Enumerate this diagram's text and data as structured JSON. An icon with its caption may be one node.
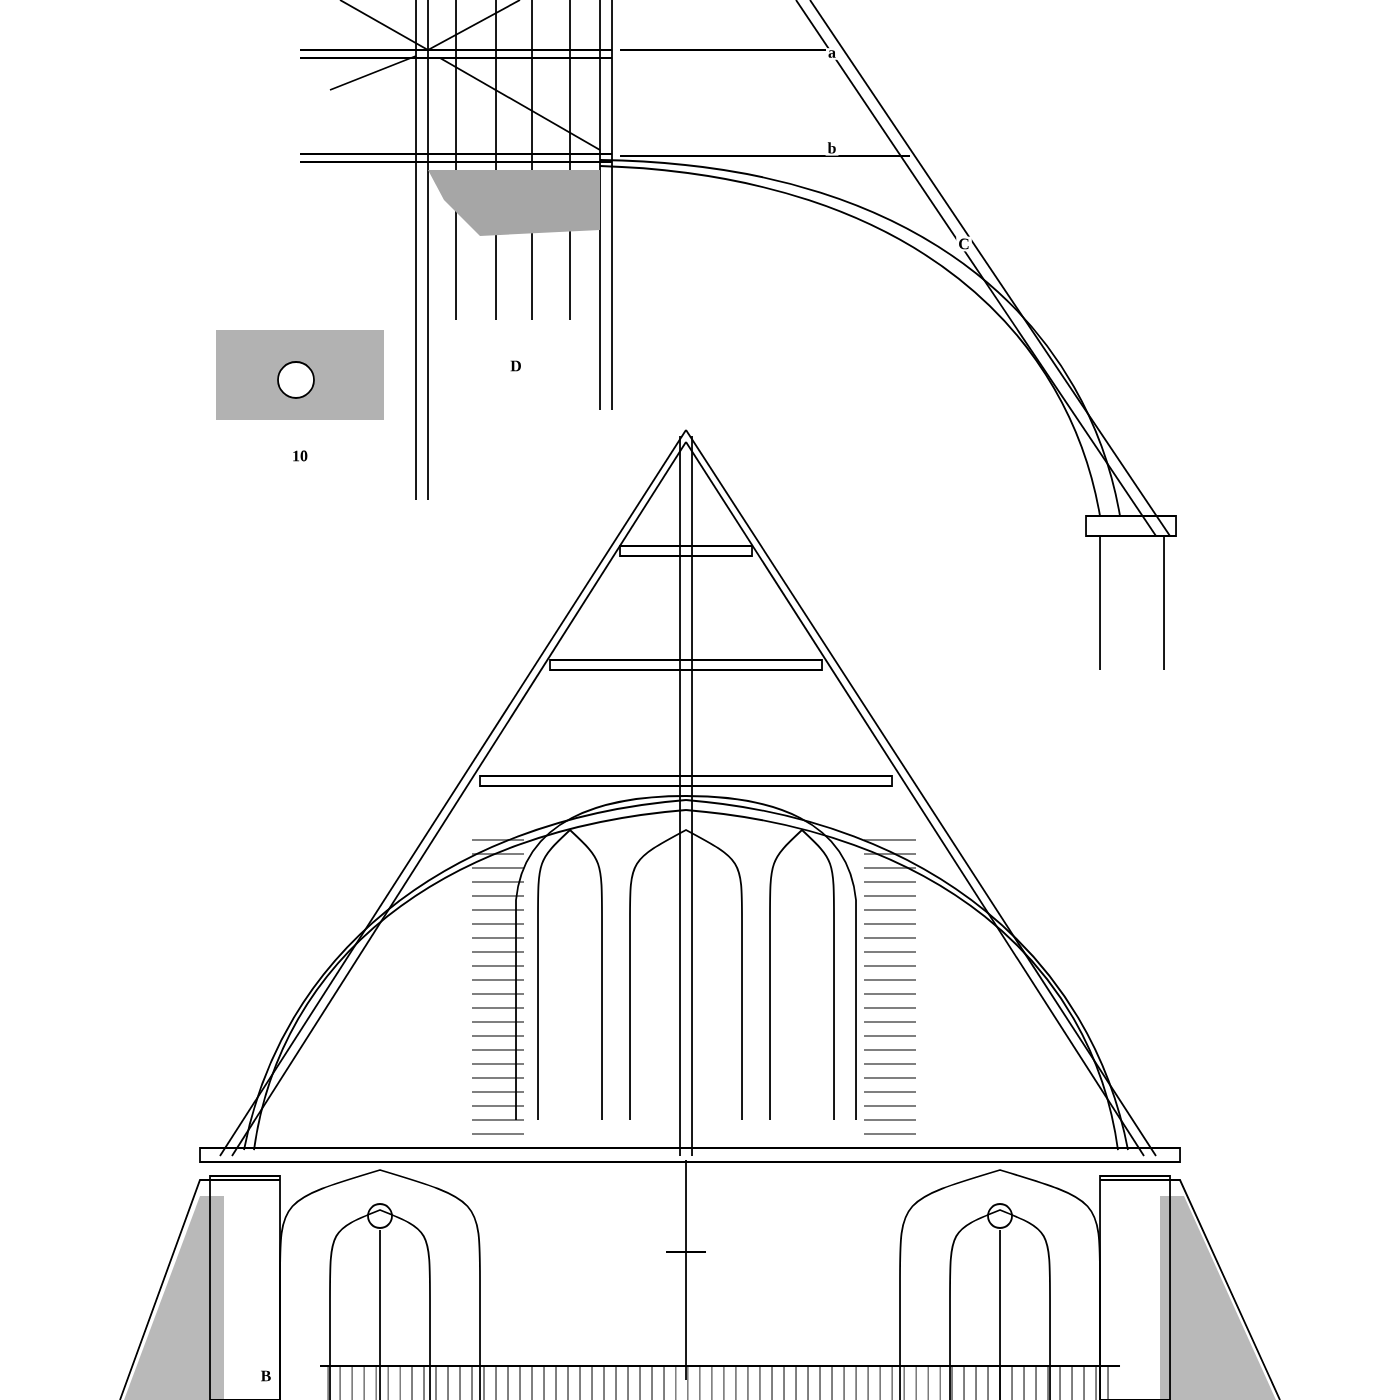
{
  "diagram": {
    "labels": [
      "a",
      "b",
      "C",
      "D",
      "10",
      "B"
    ]
  }
}
